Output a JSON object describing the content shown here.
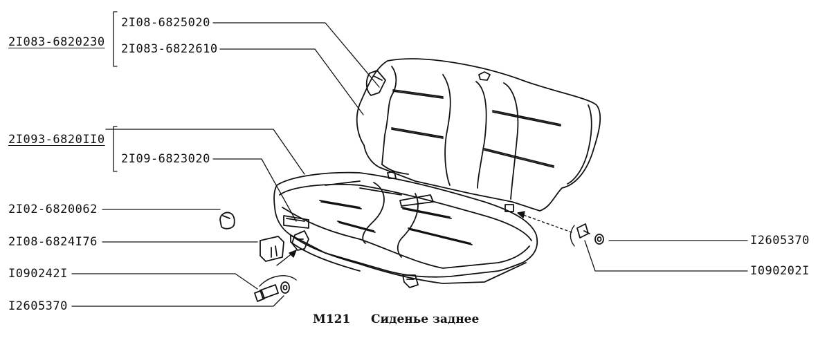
{
  "parts": {
    "assembly_back": "2I083-6820230",
    "back_cover": "2I08-6825020",
    "back_frame": "2I083-6822610",
    "assembly_cushion": "2I093-6820II0",
    "cushion_cover": "2I09-6823020",
    "bump_stop": "2I02-6820062",
    "bracket": "2I08-6824I76",
    "bolt_left": "I090242I",
    "washer_left": "I2605370",
    "washer_right": "I2605370",
    "bolt_right": "I090202I"
  },
  "caption": {
    "code": "M121",
    "title": "Сиденье заднее"
  }
}
